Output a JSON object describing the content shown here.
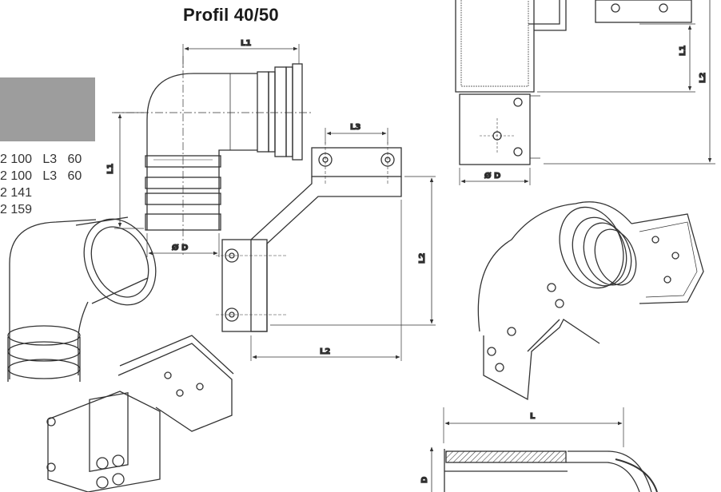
{
  "title": "Profil 40/50",
  "swatch_color": "#9d9d9d",
  "specs": [
    {
      "l2": "2 100",
      "l3_label": "L3",
      "l3": "60"
    },
    {
      "l2": "2 100",
      "l3_label": "L3",
      "l3": "60"
    },
    {
      "l2": "2 141"
    },
    {
      "l2": "2 159"
    }
  ],
  "dimensions": {
    "elbow_width": "L1",
    "elbow_height": "L1",
    "elbow_dia": "Ø D",
    "bracket_top": "L3",
    "bracket_height": "L2",
    "bracket_width": "L2",
    "section_l1": "L1",
    "section_l2": "L2",
    "section_dia": "Ø D",
    "bottom_length": "L",
    "bottom_d": "D"
  },
  "line_color": "#333333"
}
